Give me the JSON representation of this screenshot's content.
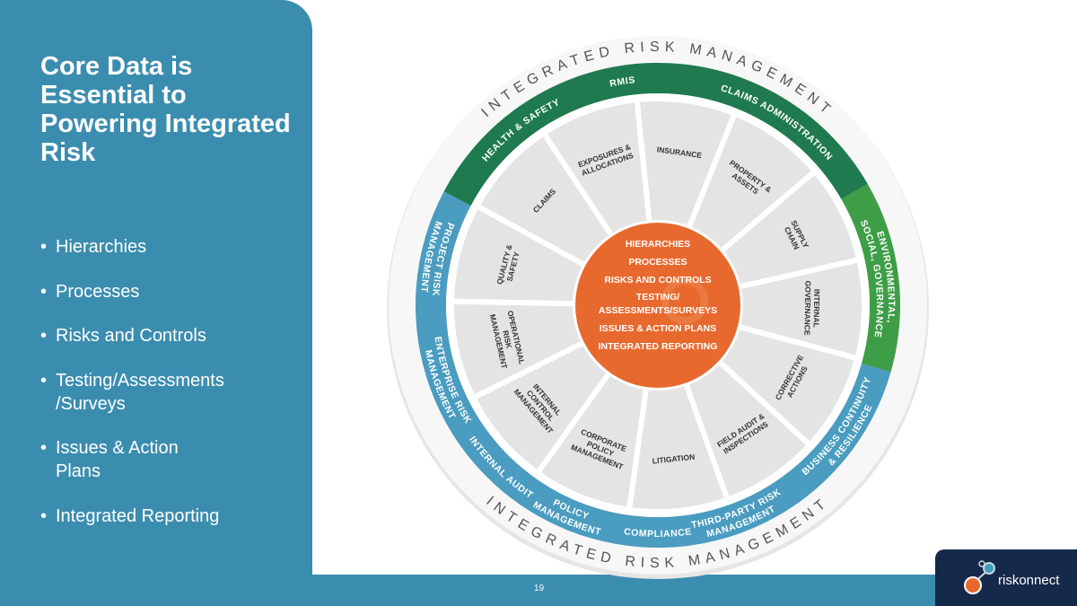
{
  "slide": {
    "title": "Core Data is Essential to Powering Integrated Risk",
    "bullets": [
      "Hierarchies",
      "Processes",
      "Risks and Controls",
      "Testing/Assessments /Surveys",
      "Issues & Action Plans",
      "Integrated Reporting"
    ],
    "page_number": "19",
    "logo_text": "riskonnect"
  },
  "wheel": {
    "outer_label": "INTEGRATED RISK MANAGEMENT",
    "center_items": [
      "HIERARCHIES",
      "PROCESSES",
      "RISKS AND CONTROLS",
      "TESTING/",
      "ASSESSMENTS/SURVEYS",
      "ISSUES & ACTION PLANS",
      "INTEGRATED REPORTING"
    ],
    "ring_labels": [
      {
        "lines": [
          "HEALTH & SAFETY"
        ],
        "color": "dark-green"
      },
      {
        "lines": [
          "RMIS"
        ],
        "color": "dark-green"
      },
      {
        "lines": [
          "CLAIMS ADMINISTRATION"
        ],
        "color": "dark-green"
      },
      {
        "lines": [
          "ENVIRONMENTAL,",
          "SOCIAL, GOVERNANCE"
        ],
        "color": "light-green"
      },
      {
        "lines": [
          "BUSINESS CONTINUITY",
          "& RESILIENCE"
        ],
        "color": "blue"
      },
      {
        "lines": [
          "THIRD-PARTY RISK",
          "MANAGEMENT"
        ],
        "color": "blue"
      },
      {
        "lines": [
          "COMPLIANCE"
        ],
        "color": "blue"
      },
      {
        "lines": [
          "POLICY",
          "MANAGEMENT"
        ],
        "color": "blue"
      },
      {
        "lines": [
          "INTERNAL AUDIT"
        ],
        "color": "blue"
      },
      {
        "lines": [
          "ENTERPRISE RISK",
          "MANAGEMENT"
        ],
        "color": "blue"
      },
      {
        "lines": [
          "PROJECT RISK",
          "MANAGEMENT"
        ],
        "color": "blue"
      }
    ],
    "segments": [
      [
        "INSURANCE"
      ],
      [
        "PROPERTY &",
        "ASSETS"
      ],
      [
        "SUPPLY",
        "CHAIN"
      ],
      [
        "INTERNAL",
        "GOVERNANCE"
      ],
      [
        "CORRECTIVE",
        "ACTIONS"
      ],
      [
        "FIELD AUDIT &",
        "INSPECTIONS"
      ],
      [
        "LITIGATION"
      ],
      [
        "CORPORATE",
        "POLICY",
        "MANAGEMENT"
      ],
      [
        "INTERNAL",
        "CONTROL",
        "MANAGEMENT"
      ],
      [
        "OPERATIONAL",
        "RISK",
        "MANAGEMENT"
      ],
      [
        "QUALITY &",
        "SAFETY"
      ],
      [
        "CLAIMS"
      ],
      [
        "EXPOSURES &",
        "ALLOCATIONS"
      ]
    ]
  },
  "colors": {
    "panel": "#3b8db0",
    "dark-green": "#1f7a4f",
    "light-green": "#3e9e47",
    "blue": "#4a9cc0",
    "orange": "#e8692e",
    "segment": "#e4e4e4",
    "navy": "#15294a"
  }
}
